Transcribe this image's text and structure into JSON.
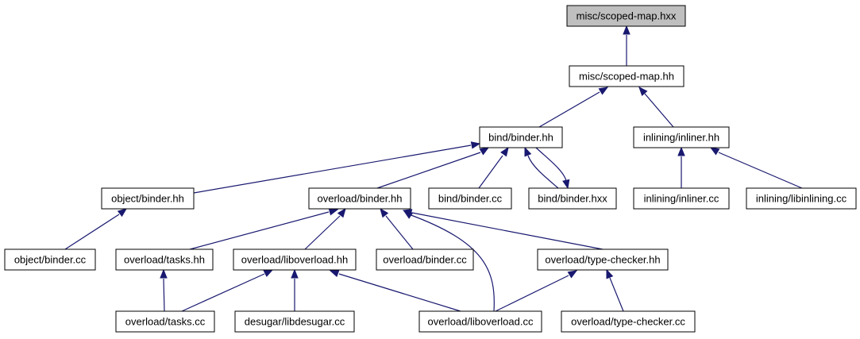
{
  "graph": {
    "nodes": [
      {
        "id": "scoped_map_hxx",
        "label": "misc/scoped-map.hxx",
        "highlighted": true
      },
      {
        "id": "scoped_map_hh",
        "label": "misc/scoped-map.hh"
      },
      {
        "id": "bind_binder_hh",
        "label": "bind/binder.hh"
      },
      {
        "id": "inlining_inliner_hh",
        "label": "inlining/inliner.hh"
      },
      {
        "id": "object_binder_hh",
        "label": "object/binder.hh"
      },
      {
        "id": "overload_binder_hh",
        "label": "overload/binder.hh"
      },
      {
        "id": "bind_binder_cc",
        "label": "bind/binder.cc"
      },
      {
        "id": "bind_binder_hxx",
        "label": "bind/binder.hxx"
      },
      {
        "id": "inlining_inliner_cc",
        "label": "inlining/inliner.cc"
      },
      {
        "id": "inlining_libinlining_cc",
        "label": "inlining/libinlining.cc"
      },
      {
        "id": "object_binder_cc",
        "label": "object/binder.cc"
      },
      {
        "id": "overload_tasks_hh",
        "label": "overload/tasks.hh"
      },
      {
        "id": "overload_liboverload_hh",
        "label": "overload/liboverload.hh"
      },
      {
        "id": "overload_binder_cc",
        "label": "overload/binder.cc"
      },
      {
        "id": "overload_type_checker_hh",
        "label": "overload/type-checker.hh"
      },
      {
        "id": "overload_tasks_cc",
        "label": "overload/tasks.cc"
      },
      {
        "id": "desugar_libdesugar_cc",
        "label": "desugar/libdesugar.cc"
      },
      {
        "id": "overload_liboverload_cc",
        "label": "overload/liboverload.cc"
      },
      {
        "id": "overload_type_checker_cc",
        "label": "overload/type-checker.cc"
      }
    ],
    "edges": [
      {
        "from": "scoped_map_hh",
        "to": "scoped_map_hxx"
      },
      {
        "from": "bind_binder_hh",
        "to": "scoped_map_hh"
      },
      {
        "from": "inlining_inliner_hh",
        "to": "scoped_map_hh"
      },
      {
        "from": "object_binder_hh",
        "to": "bind_binder_hh"
      },
      {
        "from": "overload_binder_hh",
        "to": "bind_binder_hh"
      },
      {
        "from": "bind_binder_cc",
        "to": "bind_binder_hh"
      },
      {
        "from": "bind_binder_hxx",
        "to": "bind_binder_hh"
      },
      {
        "from": "bind_binder_hh",
        "to": "bind_binder_hxx"
      },
      {
        "from": "inlining_inliner_cc",
        "to": "inlining_inliner_hh"
      },
      {
        "from": "inlining_libinlining_cc",
        "to": "inlining_inliner_hh"
      },
      {
        "from": "object_binder_cc",
        "to": "object_binder_hh"
      },
      {
        "from": "overload_tasks_hh",
        "to": "overload_binder_hh"
      },
      {
        "from": "overload_liboverload_hh",
        "to": "overload_binder_hh"
      },
      {
        "from": "overload_binder_cc",
        "to": "overload_binder_hh"
      },
      {
        "from": "overload_type_checker_hh",
        "to": "overload_binder_hh"
      },
      {
        "from": "overload_liboverload_cc",
        "to": "overload_binder_hh"
      },
      {
        "from": "overload_tasks_cc",
        "to": "overload_tasks_hh"
      },
      {
        "from": "overload_tasks_cc",
        "to": "overload_liboverload_hh"
      },
      {
        "from": "desugar_libdesugar_cc",
        "to": "overload_liboverload_hh"
      },
      {
        "from": "overload_liboverload_cc",
        "to": "overload_liboverload_hh"
      },
      {
        "from": "overload_liboverload_cc",
        "to": "overload_type_checker_hh"
      },
      {
        "from": "overload_type_checker_cc",
        "to": "overload_type_checker_hh"
      }
    ]
  },
  "colors": {
    "edge": "#191970",
    "root_fill": "#bfbfbf",
    "node_fill": "#ffffff",
    "node_border": "#000000"
  }
}
